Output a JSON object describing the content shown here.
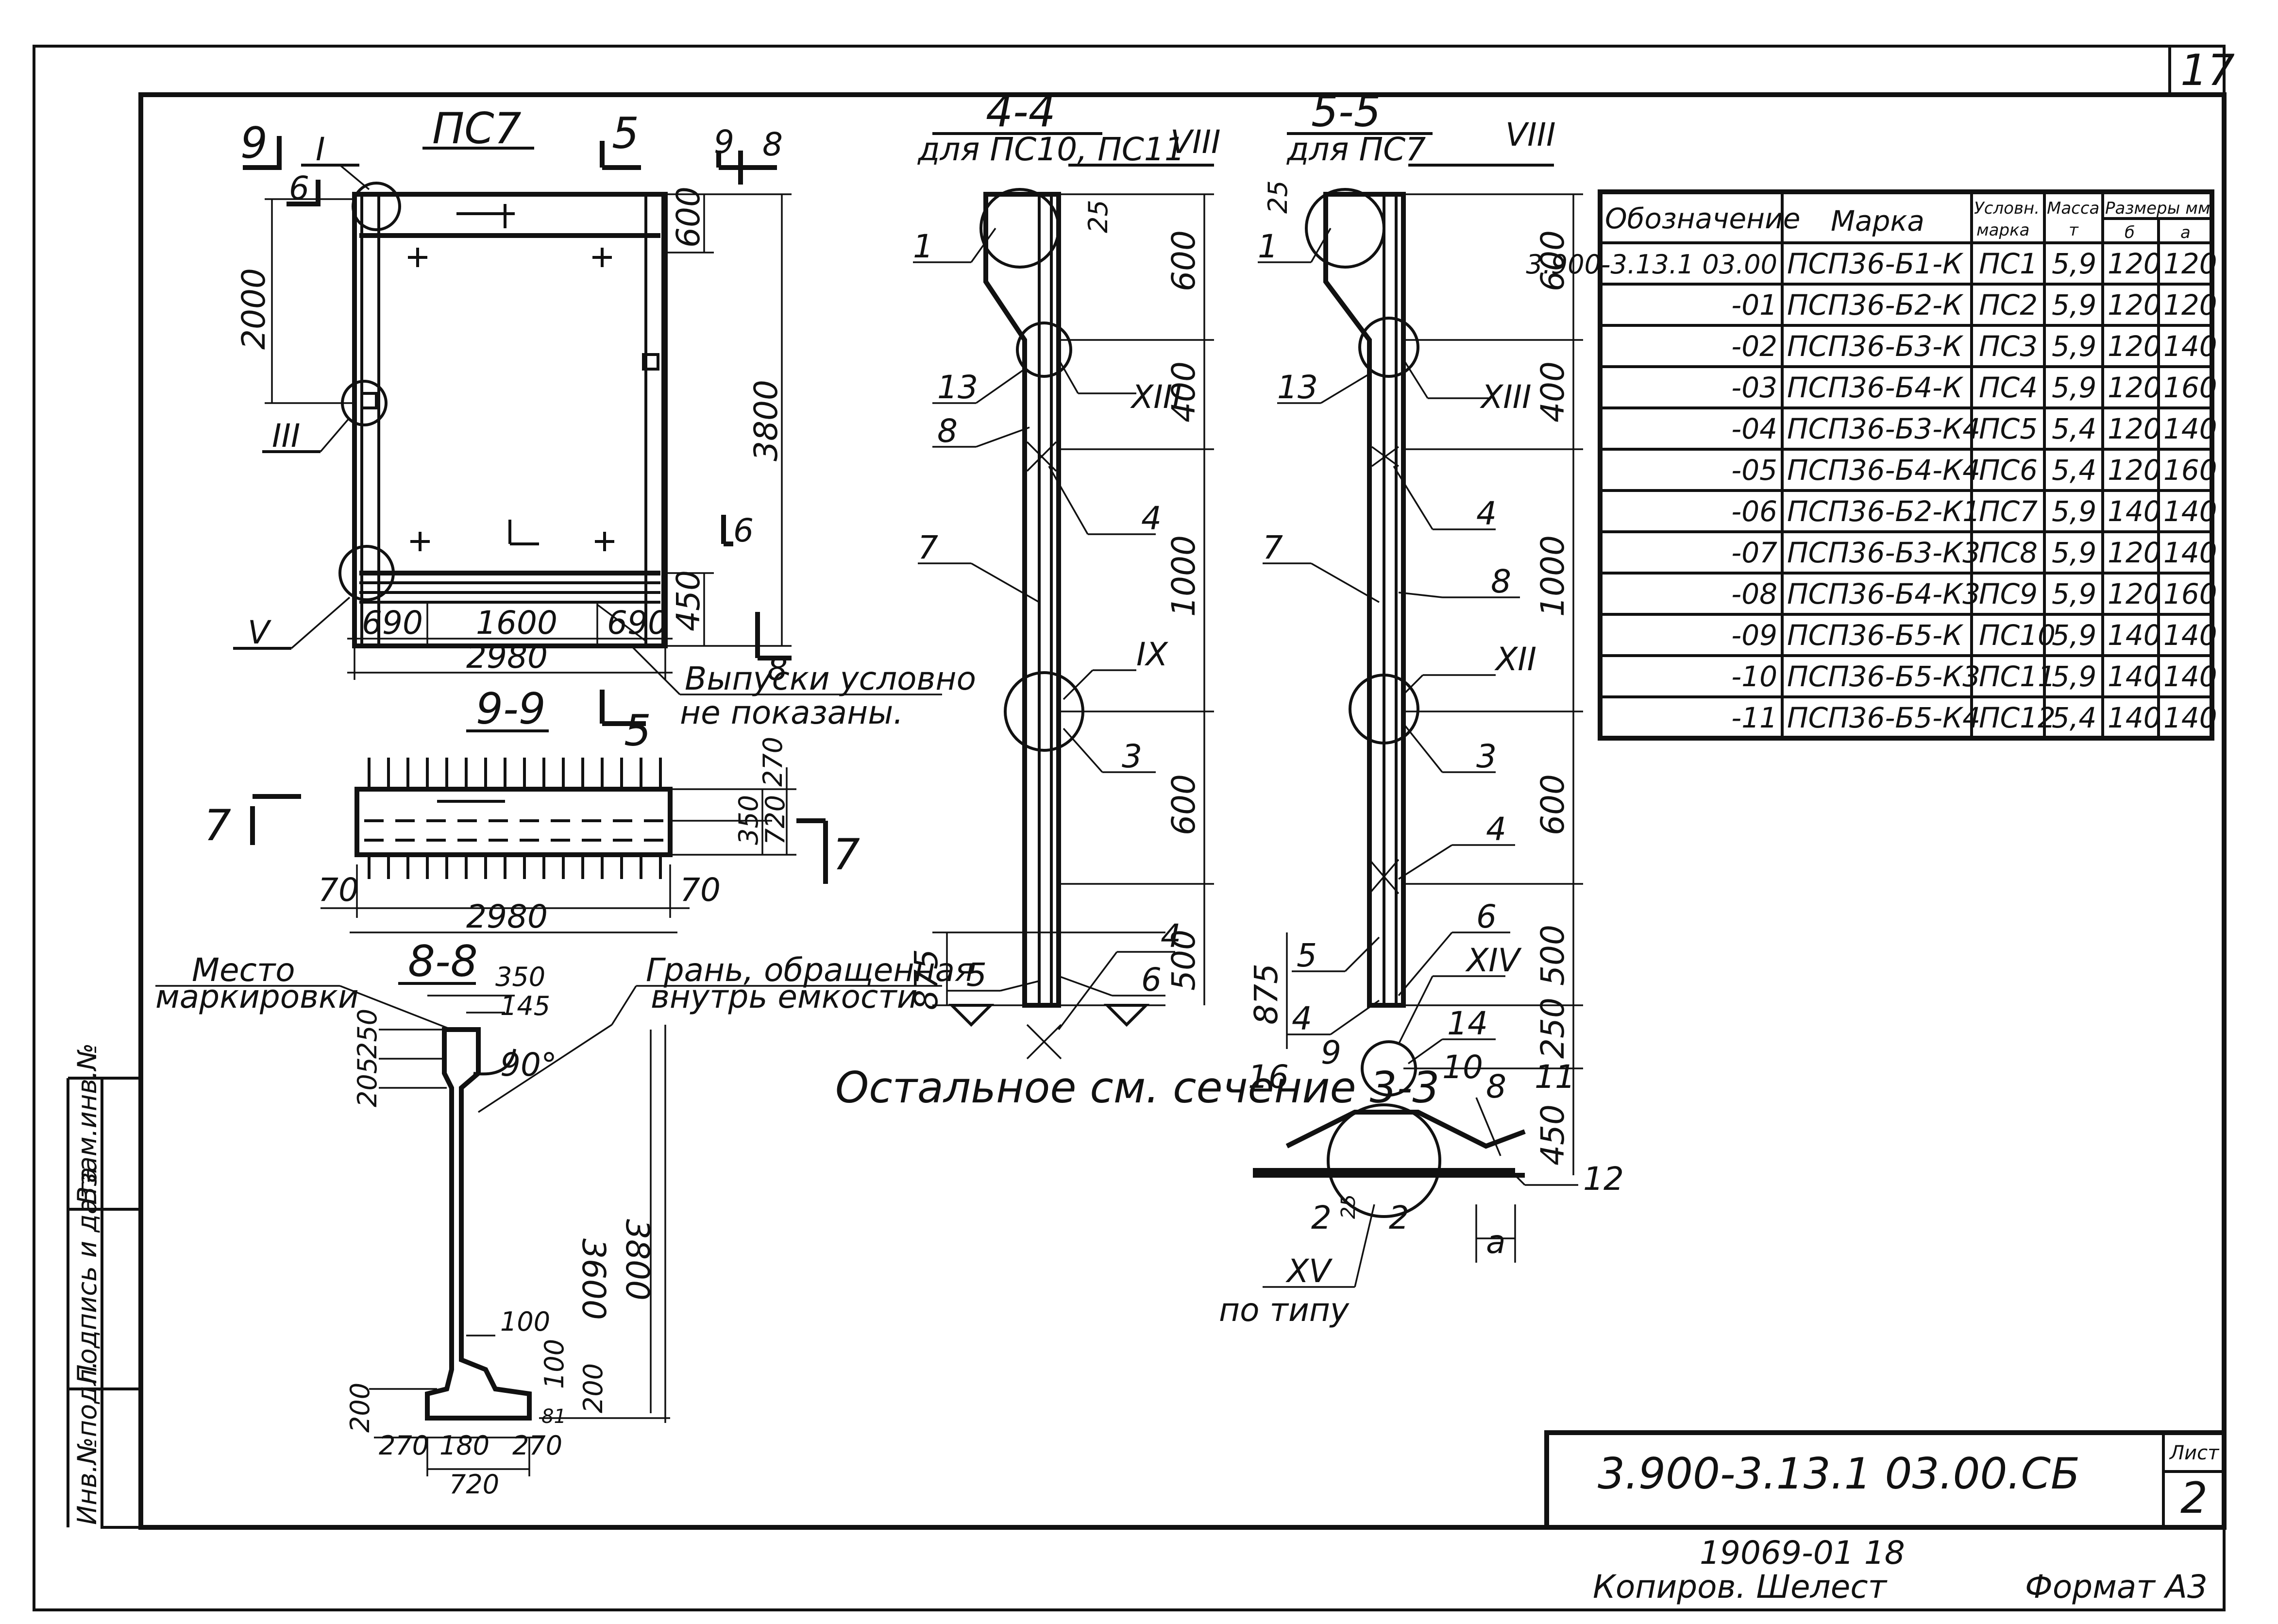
{
  "sheet": {
    "page_number": "17",
    "designation": "3.900-3.13.1   03.00.СБ",
    "list_label": "Лист",
    "list_number": "2",
    "copy_number": "19069-01   18",
    "copied_by": "Копиров. Шелест",
    "format": "Формат А3"
  },
  "side_stamp": {
    "cells": [
      "Инв.№подл.",
      "Подпись и дата",
      "Взам.инв.№"
    ]
  },
  "view_pc7": {
    "title": "ПС7",
    "labels": {
      "v9": "9",
      "v5": "5",
      "v9b": "9",
      "v8": "8",
      "v6": "6",
      "v6b": "6",
      "v8b": "8",
      "rI": "I",
      "rIII": "III",
      "rV": "V"
    },
    "dims": {
      "d2000": "2000",
      "d600": "600",
      "d3800": "3800",
      "d450": "450",
      "d690a": "690",
      "d1600": "1600",
      "d690b": "690",
      "d2980": "2980"
    },
    "note_line1": "Выпуски условно",
    "note_line2": "не показаны."
  },
  "section_9_9": {
    "title": "9-9",
    "cut_5": "5",
    "cut_7a": "7",
    "cut_7b": "7",
    "dims": {
      "d270": "270",
      "d350": "350",
      "d720": "720",
      "d70a": "70",
      "d70b": "70",
      "d2980": "2980"
    }
  },
  "section_8_8": {
    "title": "8-8",
    "mark_place_1": "Место",
    "mark_place_2": "маркировки",
    "face_1": "Грань, обращенная",
    "face_2": "внутрь емкости",
    "dims": {
      "d350": "350",
      "d145": "145",
      "d250": "250",
      "d205": "205",
      "angle": "90°",
      "d3600": "3600",
      "d3800": "3800",
      "d100a": "100",
      "d100b": "100",
      "d200a": "200",
      "d200b": "200",
      "d81": "81",
      "d270a": "270",
      "d180": "180",
      "d270b": "270",
      "d720": "720"
    }
  },
  "section_4_4": {
    "title": "4-4",
    "subtitle": "для ПС10, ПС11",
    "callouts": [
      "1",
      "13",
      "8",
      "7",
      "4",
      "3",
      "4",
      "5",
      "6"
    ],
    "roman": [
      "VIII",
      "XIII",
      "IX"
    ],
    "dims": {
      "d25": "25",
      "d600a": "600",
      "d400": "400",
      "d1000": "1000",
      "d600b": "600",
      "d500": "500",
      "d875": "875"
    },
    "note": "Остальное см. сечение 3-3"
  },
  "section_5_5": {
    "title": "5-5",
    "subtitle": "для ПС7",
    "callouts": [
      "1",
      "13",
      "7",
      "4",
      "8",
      "3",
      "4",
      "6",
      "5",
      "4",
      "14",
      "9",
      "10",
      "16",
      "8",
      "11",
      "12",
      "2",
      "2"
    ],
    "roman": [
      "VIII",
      "XIII",
      "XII",
      "XIV",
      "XV"
    ],
    "dims": {
      "d25a": "25",
      "d600a": "600",
      "d400": "400",
      "d1000": "1000",
      "d600b": "600",
      "d500": "500",
      "d250": "250",
      "d450": "450",
      "d875": "875",
      "d25b": "25",
      "a": "а"
    },
    "xv_note": "по типу"
  },
  "table": {
    "headers": {
      "designation": "Обозначение",
      "mark": "Марка",
      "cond_1": "Условн.",
      "cond_2": "марка",
      "mass_1": "Масса",
      "mass_2": "т",
      "sizes": "Размеры мм",
      "b": "б",
      "a": "а"
    },
    "rows": [
      {
        "designation": "3.900-3.13.1 03.00",
        "mark": "ПСП36-Б1-К",
        "cond": "ПС1",
        "mass": "5,9",
        "b": "120",
        "a": "120"
      },
      {
        "designation": "-01",
        "mark": "ПСП36-Б2-К",
        "cond": "ПС2",
        "mass": "5,9",
        "b": "120",
        "a": "120"
      },
      {
        "designation": "-02",
        "mark": "ПСП36-Б3-К",
        "cond": "ПС3",
        "mass": "5,9",
        "b": "120",
        "a": "140"
      },
      {
        "designation": "-03",
        "mark": "ПСП36-Б4-К",
        "cond": "ПС4",
        "mass": "5,9",
        "b": "120",
        "a": "160"
      },
      {
        "designation": "-04",
        "mark": "ПСП36-Б3-К4",
        "cond": "ПС5",
        "mass": "5,4",
        "b": "120",
        "a": "140"
      },
      {
        "designation": "-05",
        "mark": "ПСП36-Б4-К4",
        "cond": "ПС6",
        "mass": "5,4",
        "b": "120",
        "a": "160"
      },
      {
        "designation": "-06",
        "mark": "ПСП36-Б2-К1",
        "cond": "ПС7",
        "mass": "5,9",
        "b": "140",
        "a": "140"
      },
      {
        "designation": "-07",
        "mark": "ПСП36-Б3-К3",
        "cond": "ПС8",
        "mass": "5,9",
        "b": "120",
        "a": "140"
      },
      {
        "designation": "-08",
        "mark": "ПСП36-Б4-К3",
        "cond": "ПС9",
        "mass": "5,9",
        "b": "120",
        "a": "160"
      },
      {
        "designation": "-09",
        "mark": "ПСП36-Б5-К",
        "cond": "ПС10",
        "mass": "5,9",
        "b": "140",
        "a": "140"
      },
      {
        "designation": "-10",
        "mark": "ПСП36-Б5-К3",
        "cond": "ПС11",
        "mass": "5,9",
        "b": "140",
        "a": "140"
      },
      {
        "designation": "-11",
        "mark": "ПСП36-Б5-К4",
        "cond": "ПС12",
        "mass": "5,4",
        "b": "140",
        "a": "140"
      }
    ]
  }
}
